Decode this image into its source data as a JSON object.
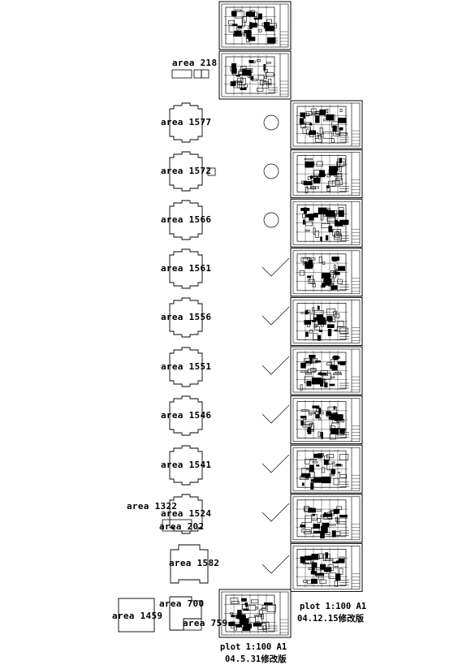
{
  "top_plot": {
    "label": "area 218"
  },
  "floors": [
    {
      "area_label": "area 1577",
      "status": "circle"
    },
    {
      "area_label": "area 1572",
      "status": "circle"
    },
    {
      "area_label": "area 1566",
      "status": "circle"
    },
    {
      "area_label": "area 1561",
      "status": "check"
    },
    {
      "area_label": "area 1556",
      "status": "check"
    },
    {
      "area_label": "area 1551",
      "status": "check"
    },
    {
      "area_label": "area 1546",
      "status": "check"
    },
    {
      "area_label": "area 1541",
      "status": "check"
    },
    {
      "area_label": "area 1524",
      "status": "check"
    },
    {
      "area_label": "area 1582",
      "status": "check"
    }
  ],
  "extra_labels": {
    "area_1322": "area 1322",
    "area_202": "area 202",
    "area_1459": "area 1459",
    "area_700": "area 700",
    "area_759": "area 759"
  },
  "right_column_caption": {
    "line1": "plot 1:100 A1",
    "line2": "04.12.15修改版"
  },
  "bottom_caption": {
    "line1": "plot 1:100 A1",
    "line2": "04.5.31修改版"
  }
}
